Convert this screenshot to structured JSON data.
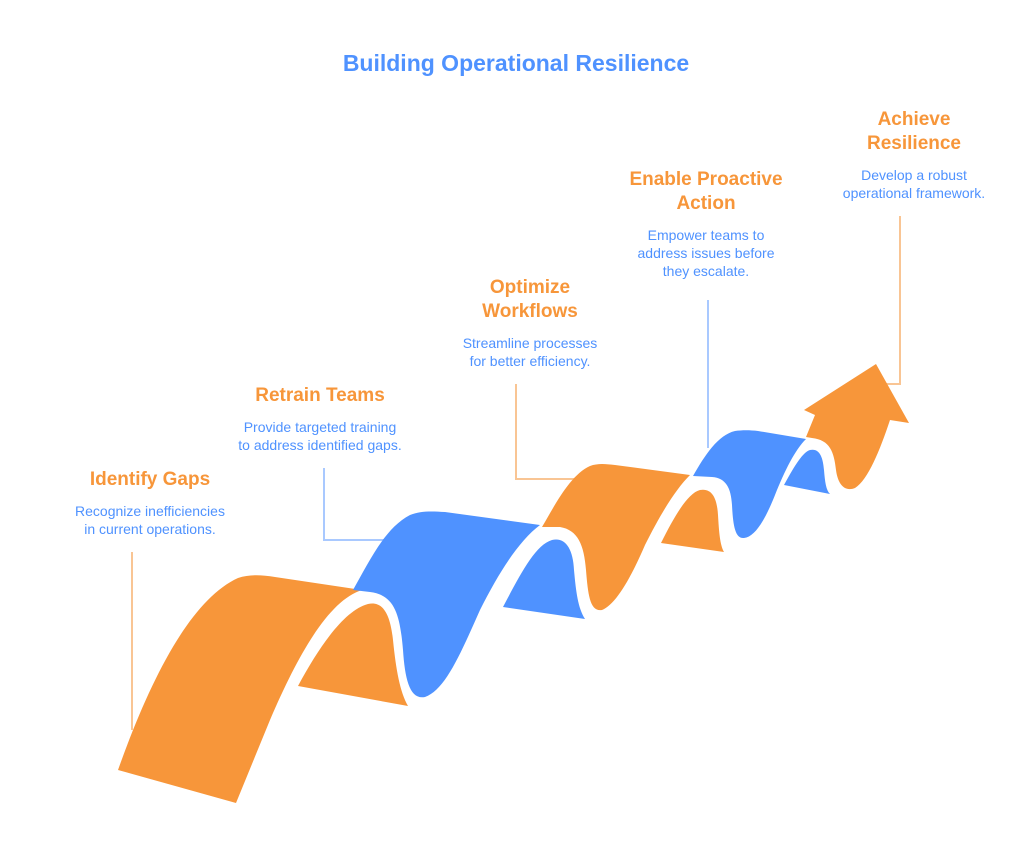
{
  "title": "Building Operational Resilience",
  "colors": {
    "orange": "#F7963A",
    "blue": "#4F92FF",
    "connector_orange": "#F9C594",
    "connector_blue": "#A9C9FF"
  },
  "steps": [
    {
      "title": "Identify Gaps",
      "description": "Recognize inefficiencies\nin current operations.",
      "color": "orange"
    },
    {
      "title": "Retrain Teams",
      "description": "Provide targeted training\nto address identified gaps.",
      "color": "blue"
    },
    {
      "title": "Optimize\nWorkflows",
      "description": "Streamline processes\nfor better efficiency.",
      "color": "orange"
    },
    {
      "title": "Enable Proactive\nAction",
      "description": "Empower teams to\naddress issues before\nthey escalate.",
      "color": "blue"
    },
    {
      "title": "Achieve\nResilience",
      "description": "Develop a robust\noperational framework.",
      "color": "orange"
    }
  ]
}
